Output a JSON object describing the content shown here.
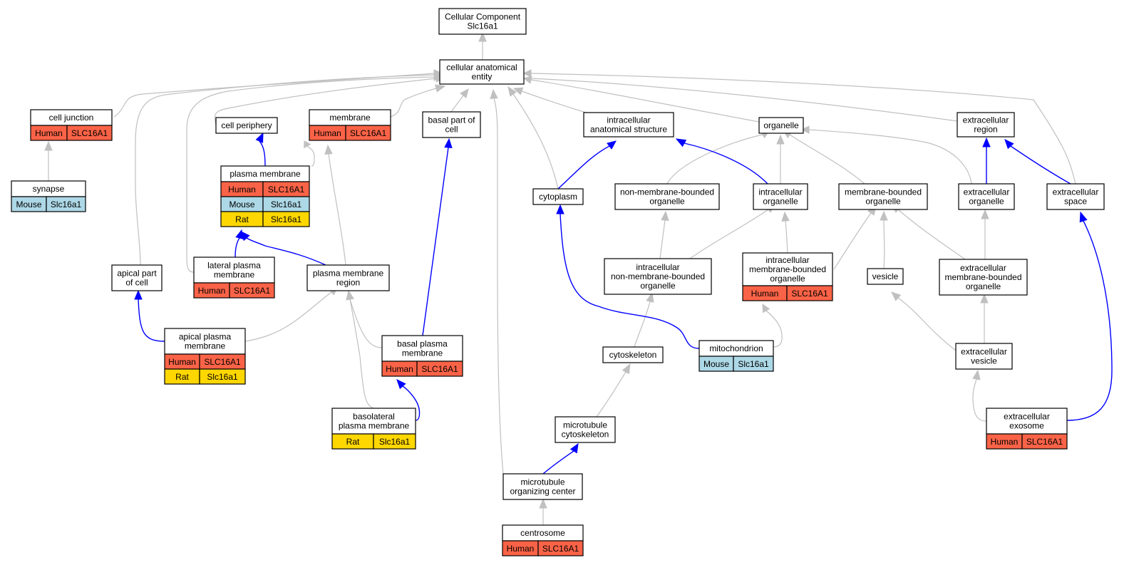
{
  "colors": {
    "human": "#fa6347",
    "mouse": "#add8e6",
    "rat": "#ffd700",
    "edge_is_a": "#c0c0c0",
    "edge_part_of": "#0000ff"
  },
  "nodes": [
    {
      "id": "root",
      "lines": [
        "Cellular Component",
        "Slc16a1"
      ],
      "rows": []
    },
    {
      "id": "cae",
      "lines": [
        "cellular anatomical",
        "entity"
      ],
      "rows": []
    },
    {
      "id": "cell_junction",
      "lines": [
        "cell junction"
      ],
      "rows": [
        [
          "Human",
          "SLC16A1",
          "human"
        ]
      ]
    },
    {
      "id": "cell_periphery",
      "lines": [
        "cell periphery"
      ],
      "rows": []
    },
    {
      "id": "membrane",
      "lines": [
        "membrane"
      ],
      "rows": [
        [
          "Human",
          "SLC16A1",
          "human"
        ]
      ]
    },
    {
      "id": "basal_part",
      "lines": [
        "basal part of",
        "cell"
      ],
      "rows": []
    },
    {
      "id": "ias",
      "lines": [
        "intracellular",
        "anatomical structure"
      ],
      "rows": []
    },
    {
      "id": "organelle",
      "lines": [
        "organelle"
      ],
      "rows": []
    },
    {
      "id": "ec_region",
      "lines": [
        "extracellular",
        "region"
      ],
      "rows": []
    },
    {
      "id": "synapse",
      "lines": [
        "synapse"
      ],
      "rows": [
        [
          "Mouse",
          "Slc16a1",
          "mouse"
        ]
      ]
    },
    {
      "id": "plasma_membrane",
      "lines": [
        "plasma membrane"
      ],
      "rows": [
        [
          "Human",
          "SLC16A1",
          "human"
        ],
        [
          "Mouse",
          "Slc16a1",
          "mouse"
        ],
        [
          "Rat",
          "Slc16a1",
          "rat"
        ]
      ]
    },
    {
      "id": "cytoplasm",
      "lines": [
        "cytoplasm"
      ],
      "rows": []
    },
    {
      "id": "nmbo",
      "lines": [
        "non-membrane-bounded",
        "organelle"
      ],
      "rows": []
    },
    {
      "id": "ic_organelle",
      "lines": [
        "intracellular",
        "organelle"
      ],
      "rows": []
    },
    {
      "id": "mbo",
      "lines": [
        "membrane-bounded",
        "organelle"
      ],
      "rows": []
    },
    {
      "id": "ec_organelle",
      "lines": [
        "extracellular",
        "organelle"
      ],
      "rows": []
    },
    {
      "id": "ec_space",
      "lines": [
        "extracellular",
        "space"
      ],
      "rows": []
    },
    {
      "id": "apical_part",
      "lines": [
        "apical part",
        "of cell"
      ],
      "rows": []
    },
    {
      "id": "lateral_pm",
      "lines": [
        "lateral plasma",
        "membrane"
      ],
      "rows": [
        [
          "Human",
          "SLC16A1",
          "human"
        ]
      ]
    },
    {
      "id": "pm_region",
      "lines": [
        "plasma membrane",
        "region"
      ],
      "rows": []
    },
    {
      "id": "ic_nmbo",
      "lines": [
        "intracellular",
        "non-membrane-bounded",
        "organelle"
      ],
      "rows": []
    },
    {
      "id": "ic_mbo",
      "lines": [
        "intracellular",
        "membrane-bounded",
        "organelle"
      ],
      "rows": [
        [
          "Human",
          "SLC16A1",
          "human"
        ]
      ]
    },
    {
      "id": "vesicle",
      "lines": [
        "vesicle"
      ],
      "rows": []
    },
    {
      "id": "ec_mbo",
      "lines": [
        "extracellular",
        "membrane-bounded",
        "organelle"
      ],
      "rows": []
    },
    {
      "id": "apical_pm",
      "lines": [
        "apical plasma",
        "membrane"
      ],
      "rows": [
        [
          "Human",
          "SLC16A1",
          "human"
        ],
        [
          "Rat",
          "Slc16a1",
          "rat"
        ]
      ]
    },
    {
      "id": "basal_pm",
      "lines": [
        "basal plasma",
        "membrane"
      ],
      "rows": [
        [
          "Human",
          "SLC16A1",
          "human"
        ]
      ]
    },
    {
      "id": "mitochondrion",
      "lines": [
        "mitochondrion"
      ],
      "rows": [
        [
          "Mouse",
          "Slc16a1",
          "mouse"
        ]
      ]
    },
    {
      "id": "cytoskeleton",
      "lines": [
        "cytoskeleton"
      ],
      "rows": []
    },
    {
      "id": "ec_vesicle",
      "lines": [
        "extracellular",
        "vesicle"
      ],
      "rows": []
    },
    {
      "id": "basolateral_pm",
      "lines": [
        "basolateral",
        "plasma membrane"
      ],
      "rows": [
        [
          "Rat",
          "Slc16a1",
          "rat"
        ]
      ]
    },
    {
      "id": "mt_cytoskeleton",
      "lines": [
        "microtubule",
        "cytoskeleton"
      ],
      "rows": []
    },
    {
      "id": "ec_exosome",
      "lines": [
        "extracellular",
        "exosome"
      ],
      "rows": [
        [
          "Human",
          "SLC16A1",
          "human"
        ]
      ]
    },
    {
      "id": "mtoc",
      "lines": [
        "microtubule",
        "organizing center"
      ],
      "rows": []
    },
    {
      "id": "centrosome",
      "lines": [
        "centrosome"
      ],
      "rows": [
        [
          "Human",
          "SLC16A1",
          "human"
        ]
      ]
    }
  ]
}
